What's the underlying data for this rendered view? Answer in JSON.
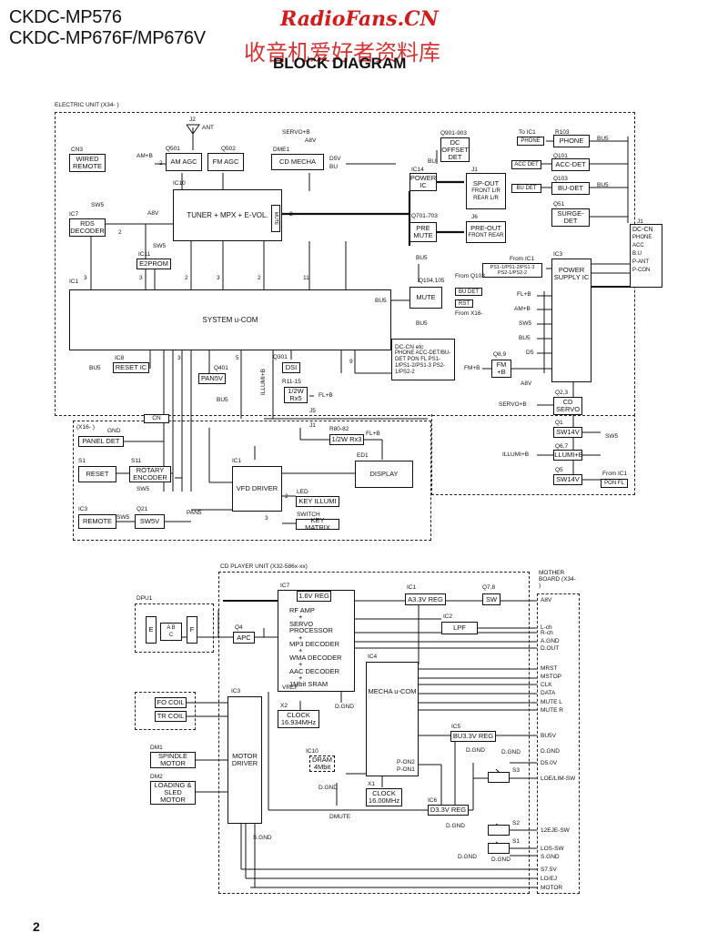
{
  "header": {
    "model1": "CKDC-MP576",
    "model2": "CKDC-MP676F/MP676V",
    "title": "BLOCK DIAGRAM",
    "watermark1": "RadioFans.CN",
    "watermark2": "收音机爱好者资料库"
  },
  "page_number": "2",
  "electric": {
    "unit_label": "ELECTRIC UNIT (X34-  )",
    "antenna": "ANT",
    "j2": "J2",
    "q501": "Q501",
    "am_agc": "AM AGC",
    "q502": "Q502",
    "fm_agc": "FM AGC",
    "servo_b": "SERVO+B",
    "dme1": "DME1",
    "a8v": "A8V",
    "cd_mecha": "CD MECHA",
    "d5v": "D5V",
    "bu": "BU",
    "q901": "Q901-903",
    "dc_offset": "DC OFFSET DET",
    "ic14": "IC14",
    "power_ic": "POWER IC",
    "bu2": "BU",
    "j1": "J1",
    "sp_out": "SP-OUT",
    "front_rear_lr": "FRONT L/R REAR L/R",
    "to_ic1": "To IC1",
    "r103": "R103",
    "phone_lbl": "PHONE",
    "phone_box": "PHONE",
    "q101": "Q101",
    "acc_det_lbl": "ACC DET",
    "acc_det_box": "ACC-DET",
    "q103": "Q103",
    "bu_det_lbl": "BU DET",
    "bu_det_box": "BU-DET",
    "bu5_a": "BU5",
    "bu5_b": "BU5",
    "q51": "Q51",
    "surge_det": "SURGE- DET",
    "cn3": "CN3",
    "wired_remote": "WIRED REMOTE",
    "am_b": "AM+B",
    "ic10": "IC10",
    "tuner": "TUNER + MPX + E-VOL.",
    "mute_small": "MUTE",
    "sw5_a": "SW5",
    "ic7": "IC7",
    "rds": "RDS DECODER",
    "a8v_b": "A8V",
    "ic11": "IC11",
    "sw5_b": "SW5",
    "e2prom": "E2PROM",
    "q701": "Q701-703",
    "pre_mute": "PRE MUTE",
    "j6": "J6",
    "pre_out": "PRE-OUT",
    "front_rear": "FRONT REAR",
    "bu5_c": "BU5",
    "dc_cn": "DC-CN",
    "j1_b": "J1",
    "dc_cn_pins": [
      "PHONE",
      "ACC",
      "B.U",
      "P-ANT",
      "P-CON"
    ],
    "from_ic1": "From IC1",
    "ps_lines": "PS1-1/PS1-2/PS1-3 PS2-1/PS2-2",
    "ic3": "IC3",
    "power_supply": "POWER SUPPLY IC",
    "ic1": "IC1",
    "system": "SYSTEM u-COM",
    "q104": "Q104,105",
    "from_q103": "From Q103",
    "bu_det_small": "BU DET",
    "rst": "RST",
    "from_x16": "From X16-",
    "mute_box": "MUTE",
    "bu5_d": "BU5",
    "bu5_e": "BU5",
    "rail_labels": [
      "FL+B",
      "AM+B",
      "SW5",
      "BU5",
      "D5"
    ],
    "dccn_etc": "DC-CN etc",
    "dccn_list": "PHONE ACC-DET/BU-DET PON FL PS1-1/PS1-2/PS1-3 PS2-1/PS2-2",
    "ic8": "IC8",
    "bu5_f": "BU5",
    "reset_ic": "RESET IC",
    "q401": "Q401",
    "pan5v": "PAN5V",
    "bu5_g": "BU5",
    "illumi_b": "ILLUMI+B",
    "q301": "Q301",
    "dsi": "DSI",
    "r11": "R11-15",
    "r1_2w": "1/2W Rx5",
    "fl_b": "FL+B",
    "fm_b": "FM+B",
    "q89": "Q8,9",
    "fm_box": "FM +B",
    "a8v_c": "A8V",
    "servo_b2": "SERVO+B",
    "q23": "Q2,3",
    "cd_servo": "CD SERVO",
    "q1": "Q1",
    "sw14v_a": "SW14V",
    "sw5_c": "SW5",
    "illumi_b2": "ILLUMI+B",
    "q67": "Q6,7",
    "illumi_box": "ILLUMI+B",
    "q5": "Q5",
    "sw14v_b": "SW14V",
    "pon_fl": "PON FL",
    "from_ic1_b": "From IC1",
    "nums": [
      "2",
      "2",
      "3",
      "3",
      "2",
      "3",
      "11",
      "2",
      "2",
      "9",
      "5",
      "3",
      "2",
      "3"
    ]
  },
  "front": {
    "unit_label": "(X16-  )",
    "cn": "CN",
    "j5": "J5",
    "j1": "J1",
    "gnd": "GND",
    "panel_det": "PANEL DET",
    "s1": "S1",
    "reset": "RESET",
    "s11": "S11",
    "rotary": "ROTARY ENCODER",
    "sw5_a": "SW5",
    "ic3": "IC3",
    "remote": "REMOTE",
    "sw5_b": "SW5",
    "q21": "Q21",
    "sw5v": "SW5V",
    "pan5": "PAN5",
    "ic1": "IC1",
    "vfd": "VFD DRIVER",
    "r80": "R80-82",
    "r1_2w": "1/2W Rx3",
    "fl_b": "FL+B",
    "ed1": "ED1",
    "display": "DISPLAY",
    "led": "LED",
    "key_illumi": "KEY ILLUMI",
    "switch": "SWITCH",
    "key_matrix": "KEY MATRIX"
  },
  "cd": {
    "unit_label": "CD PLAYER UNIT (X32-586x-xx)",
    "mother": "MOTHER BOARD (X34-  )",
    "dpu1": "DPU1",
    "dpu_e": "E",
    "dpu_f": "F",
    "dpu_ab": "A B",
    "dpu_c": "C",
    "q4": "Q4",
    "apc": "APC",
    "ic7": "IC7",
    "reg16": "1.6V REG",
    "ic7_lines": [
      "RF AMP",
      "+",
      "SERVO",
      "PROCESSOR",
      "+",
      "MP3 DECODER",
      "+",
      "WMA DECODER",
      "+",
      "AAC DECODER",
      "+",
      "1Mbit SRAM"
    ],
    "vref": "VREF",
    "dgnd1": "D.GND",
    "ic1": "IC1",
    "a33": "A3.3V REG",
    "q78": "Q7,8",
    "sw": "SW",
    "a8v": "A8V",
    "ic2": "IC2",
    "lpf": "LPF",
    "ic4": "IC4",
    "mecha": "MECHA u-COM",
    "x2": "X2",
    "clock1": "CLOCK 16.934MHz",
    "ic10": "IC10",
    "dram": "DRAM 4Mbit",
    "dgnd2": "D.GND",
    "ic3": "IC3",
    "motor_driver": "MOTOR DRIVER",
    "sgnd": "S.GND",
    "fo_coil": "FO COIL",
    "tr_coil": "TR COIL",
    "dm1": "DM1",
    "spindle": "SPINDLE MOTOR",
    "dm2": "DM2",
    "loading": "LOADING & SLED MOTOR",
    "x1": "X1",
    "clock2": "CLOCK 16.00MHz",
    "dmute": "DMUTE",
    "ic5": "IC5",
    "bu33": "BU3.3V REG",
    "dgnd3": "D.GND",
    "dgnd4": "D.GND",
    "pon2": "P-ON2",
    "pon1": "P-ON1",
    "ic6": "IC6",
    "d33": "D3.3V REG",
    "dgnd5": "D.GND",
    "s3": "S3",
    "s2": "S2",
    "s1": "S1",
    "dgnd6": "D.GND",
    "dgnd7": "D.GND",
    "right_signals": [
      "L-ch",
      "R-ch",
      "A.GND",
      "D.OUT",
      "MRST",
      "MSTOP",
      "CLK",
      "DATA",
      "MUTE L",
      "MUTE R",
      "BU5V",
      "D.GND",
      "D5.0V",
      "LOE/LIM-SW",
      "12EJE-SW",
      "LOS-SW",
      "S.GND",
      "S7.5V",
      "LO/EJ",
      "MOTOR"
    ]
  }
}
